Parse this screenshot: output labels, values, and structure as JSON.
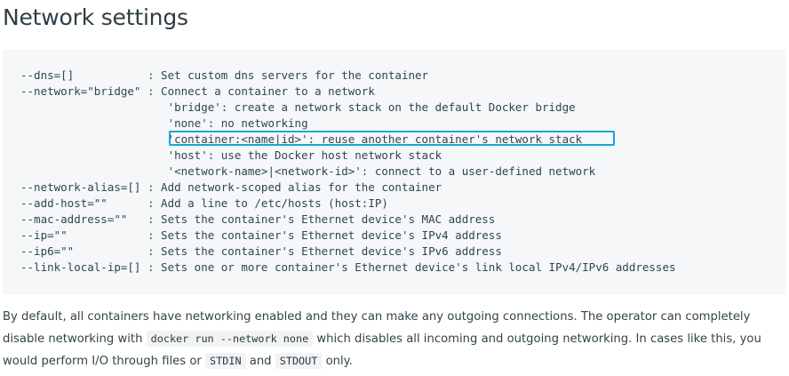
{
  "page": {
    "title": "Network settings"
  },
  "code_block": {
    "lines": [
      "--dns=[]           : Set custom dns servers for the container",
      "--network=\"bridge\" : Connect a container to a network",
      "                      'bridge': create a network stack on the default Docker bridge",
      "                      'none': no networking",
      "                      'container:<name|id>': reuse another container's network stack",
      "                      'host': use the Docker host network stack",
      "                      '<network-name>|<network-id>': connect to a user-defined network",
      "--network-alias=[] : Add network-scoped alias for the container",
      "--add-host=\"\"      : Add a line to /etc/hosts (host:IP)",
      "--mac-address=\"\"   : Sets the container's Ethernet device's MAC address",
      "--ip=\"\"            : Sets the container's Ethernet device's IPv4 address",
      "--ip6=\"\"           : Sets the container's Ethernet device's IPv6 address",
      "--link-local-ip=[] : Sets one or more container's Ethernet device's link local IPv4/IPv6 addresses"
    ],
    "highlight_color": "#1aa6d1"
  },
  "paragraph": {
    "text1": "By default, all containers have networking enabled and they can make any outgoing connections. The operator can completely disable networking with ",
    "code1": "docker run --network none",
    "text2": " which disables all incoming and outgoing networking. In cases like this, you would perform I/O through files or ",
    "code2": "STDIN",
    "text3": " and ",
    "code3": "STDOUT",
    "text4": " only."
  }
}
